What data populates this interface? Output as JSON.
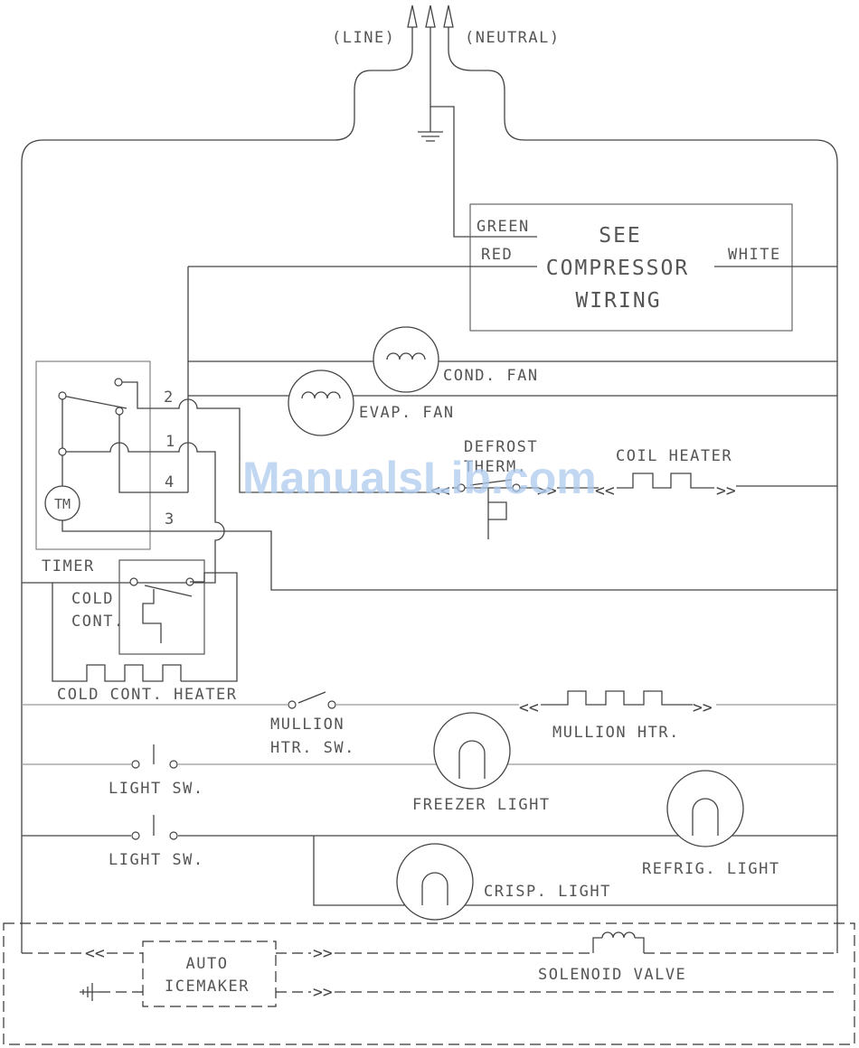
{
  "supply": {
    "line": "(LINE)",
    "neutral": "(NEUTRAL)"
  },
  "compressor": {
    "green": "GREEN",
    "red": "RED",
    "white": "WHITE",
    "title_line1": "SEE",
    "title_line2": "COMPRESSOR",
    "title_line3": "WIRING"
  },
  "fans": {
    "cond": "COND. FAN",
    "evap": "EVAP. FAN"
  },
  "timer": {
    "label": "TIMER",
    "motor": "TM",
    "terminals": [
      "2",
      "1",
      "4",
      "3"
    ]
  },
  "defrost": {
    "therm_line1": "DEFROST",
    "therm_line2": "THERM.",
    "coil_heater": "COIL HEATER"
  },
  "cold_control": {
    "line1": "COLD",
    "line2": "CONT.",
    "heater": "COLD CONT. HEATER"
  },
  "mullion": {
    "switch_line1": "MULLION",
    "switch_line2": "HTR. SW.",
    "heater": "MULLION HTR."
  },
  "lights": {
    "switch1": "LIGHT SW.",
    "switch2": "LIGHT SW.",
    "freezer": "FREEZER LIGHT",
    "refrig": "REFRIG. LIGHT",
    "crisp": "CRISP. LIGHT"
  },
  "icemaker": {
    "line1": "AUTO",
    "line2": "ICEMAKER",
    "solenoid": "SOLENOID VALVE"
  },
  "watermark": "ManualsLib.com"
}
